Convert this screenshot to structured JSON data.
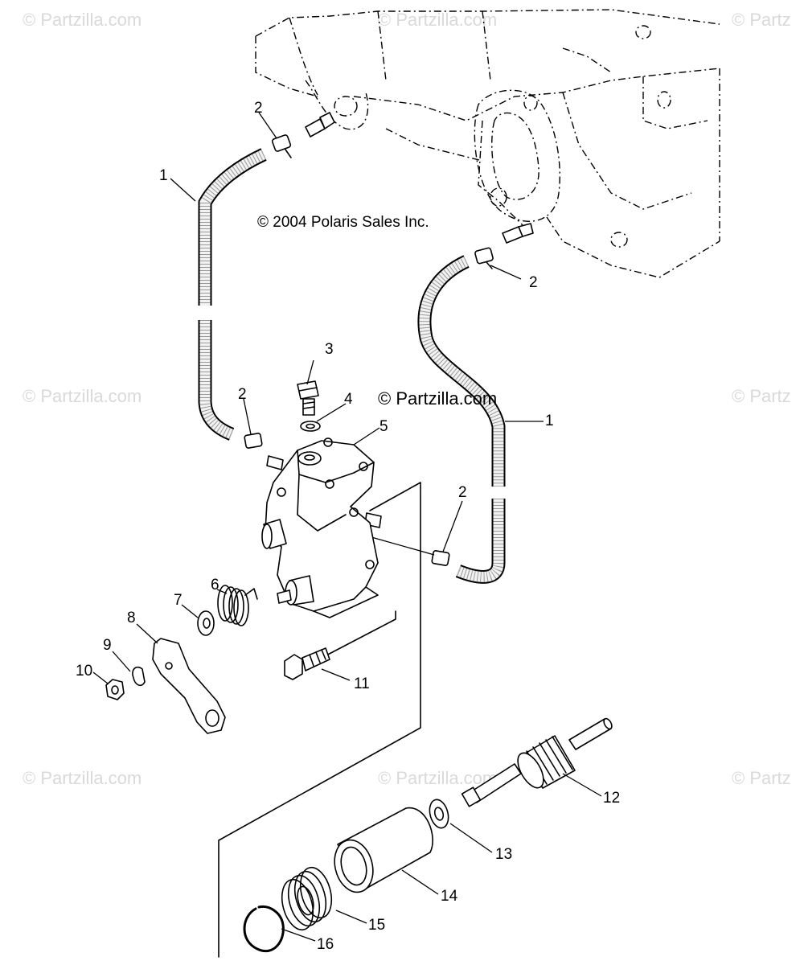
{
  "watermarks": [
    {
      "text": "© Partzilla.com"
    },
    {
      "text": "© Partzilla.com"
    },
    {
      "text": "© Partz"
    },
    {
      "text": "© Partzilla.com"
    },
    {
      "text": "© Partz"
    },
    {
      "text": "© Partzilla.com"
    },
    {
      "text": "© Partzilla.com"
    },
    {
      "text": "© Partz"
    }
  ],
  "center_watermark": "© Partzilla.com",
  "copyright": "© 2004 Polaris Sales Inc.",
  "callouts": {
    "hose_left": "1",
    "hose_right": "1",
    "clamp_top_left": "2",
    "clamp_top_right": "2",
    "clamp_mid_left": "2",
    "clamp_mid_right": "2",
    "bolt_top": "3",
    "washer_top": "4",
    "pump_body": "5",
    "spring": "6",
    "washer": "7",
    "lever": "8",
    "lock_washer": "9",
    "nut": "10",
    "bolt_side": "11",
    "drive_gear": "12",
    "thrust_washer": "13",
    "bushing": "14",
    "coil_spring": "15",
    "snap_ring": "16"
  }
}
